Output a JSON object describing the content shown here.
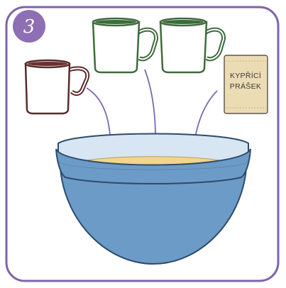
{
  "step": {
    "number": "3",
    "badge_color": "#8e6fb3"
  },
  "ingredients": {
    "cup_brown": {
      "icon": "brown-mug-icon",
      "color": "#5a2a2a"
    },
    "cup_green_1": {
      "icon": "green-mug-icon",
      "color": "#3e6b3c"
    },
    "cup_green_2": {
      "icon": "green-mug-icon",
      "color": "#3e6b3c"
    },
    "package": {
      "icon": "baking-powder-packet-icon",
      "line1": "KYPŘÍCÍ",
      "line2": "PRÁŠEK",
      "color": "#ecdcb4"
    }
  },
  "bowl": {
    "icon": "mixing-bowl-icon",
    "color": "#6c9bc7",
    "batter_color": "#f2d48d"
  },
  "arrows": {
    "color": "#7d68b0"
  },
  "frame": {
    "border_color": "#7e64a8"
  }
}
